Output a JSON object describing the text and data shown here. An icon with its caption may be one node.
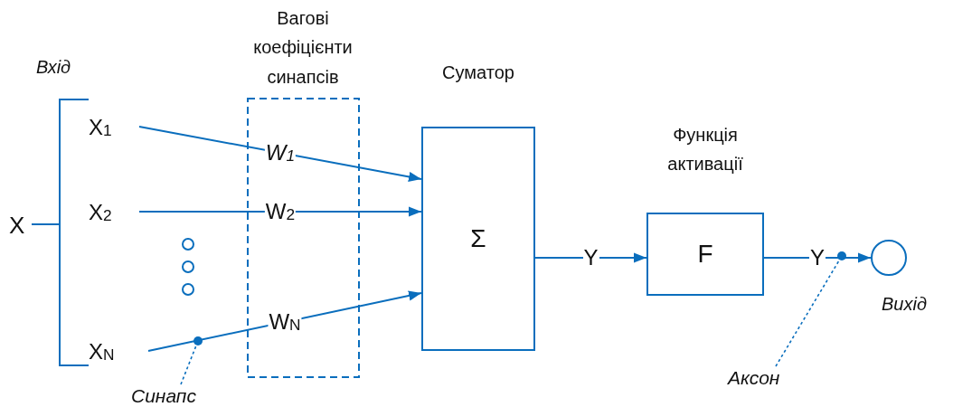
{
  "diagram": {
    "nodes": [
      {
        "text": [
          "X$_{1}$"
        ]
      },
      {
        "text": [
          "X$_{2}$"
        ]
      },
      {
        "text": [
          "X$_{N}$"
        ]
      },
      {
        "text": [
          "Суматор",
          "Σ"
        ]
      },
      {
        "text": [
          "Функція активації",
          "F"
        ]
      },
      {
        "text": [],
        "shape": "circle",
        "beside": [
          "Вихід"
        ]
      },
      {
        "text": [
          "Синапс"
        ]
      },
      {
        "text": [],
        "shape": "dot"
      },
      {
        "text": [
          "Аксон"
        ]
      },
      {
        "text": [],
        "shape": "dot"
      }
    ],
    "edges": [
      {
        "from": 0,
        "to": 3,
        "arrow": "to",
        "label": "*W$_{1}$*"
      },
      {
        "from": 1,
        "to": 3,
        "arrow": "to",
        "label": "W$_{2}$"
      },
      {
        "from": 2,
        "to": 3,
        "arrow": "to",
        "label": "W$_{N}$"
      },
      {
        "from": 3,
        "to": 4,
        "arrow": "to",
        "label": "Y"
      },
      {
        "from": 4,
        "to": 5,
        "arrow": "to",
        "label": "Y"
      },
      {
        "from": 6,
        "to": 7,
        "arrow": "none",
        "style": "dashed"
      },
      {
        "from": 8,
        "to": 9,
        "arrow": "none",
        "style": "dashed"
      }
    ],
    "labels": [
      "Вагові коефіцієнти синапсів",
      "Вхід",
      "X"
    ]
  }
}
